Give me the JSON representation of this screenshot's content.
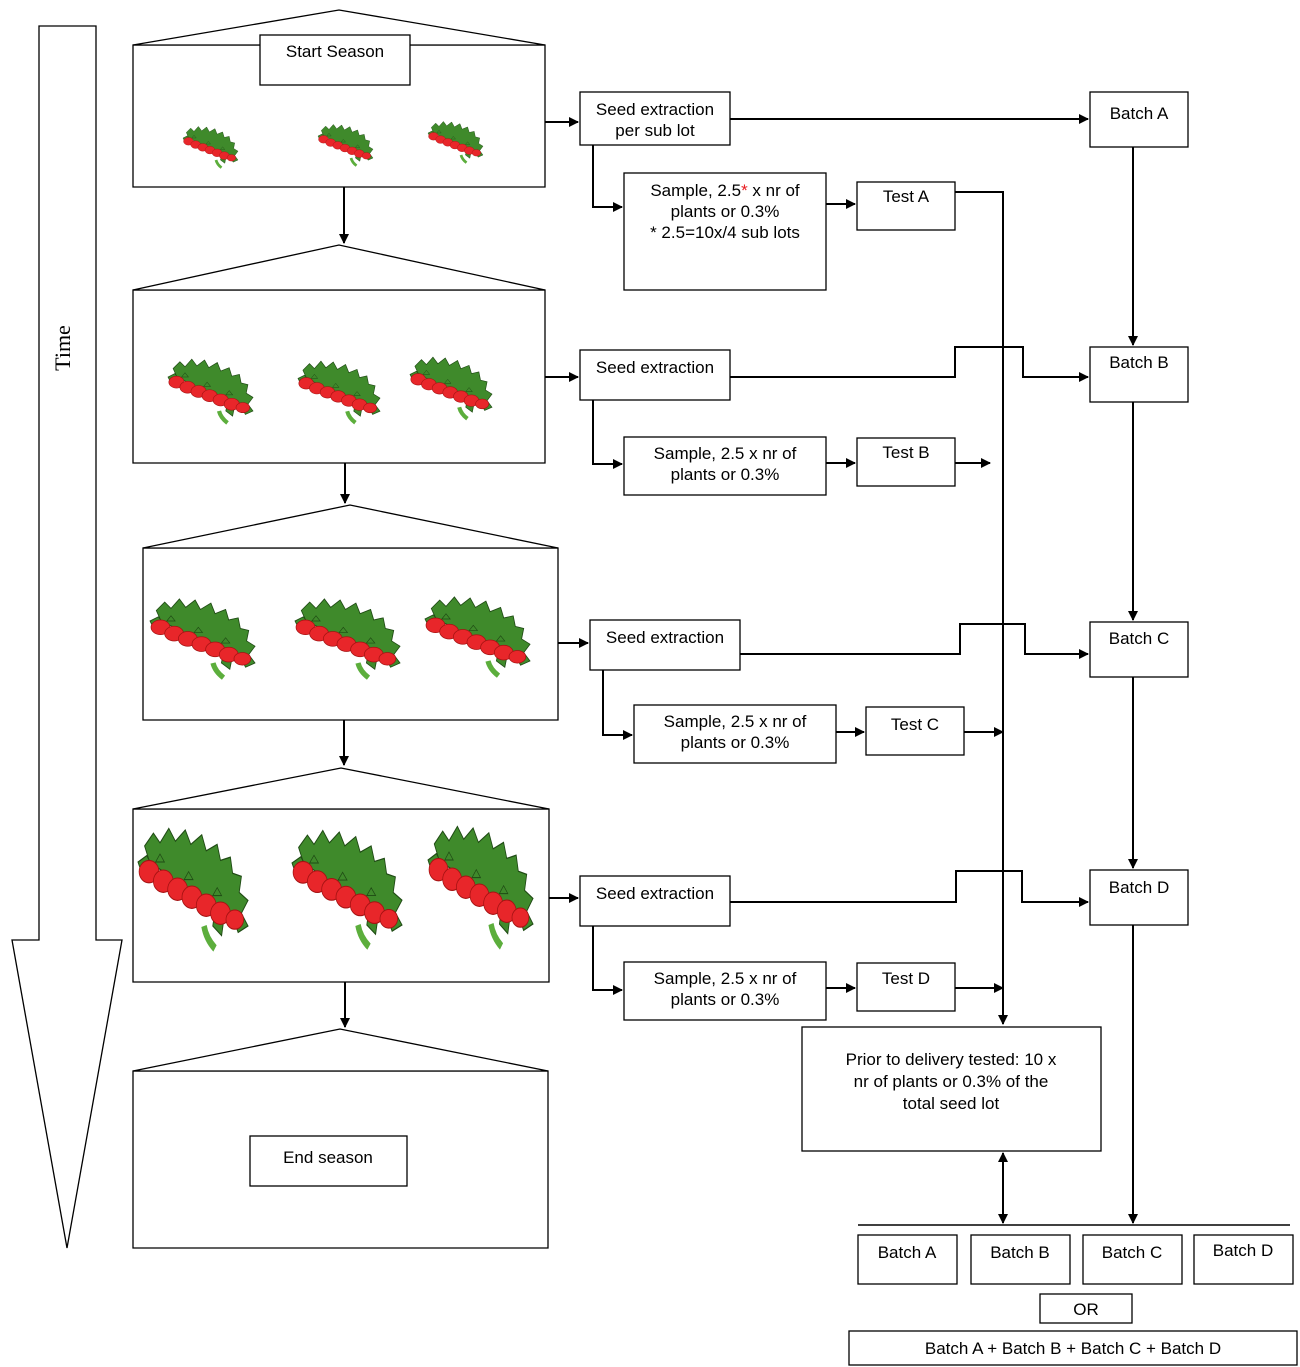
{
  "time_label": "Time",
  "stages": [
    {
      "title": "Start Season",
      "title_mark": "",
      "plants_count": 3
    },
    {
      "title": "",
      "plants_count": 3
    },
    {
      "title": "",
      "plants_count": 3
    },
    {
      "title": "",
      "plants_count": 3
    },
    {
      "title": "End season",
      "plants_count": 0
    }
  ],
  "extraction": {
    "first_line1": "Seed extraction",
    "first_line2": "per sub lot",
    "label": "Seed extraction"
  },
  "samples": {
    "first_prefix": "Sample, 2.5",
    "first_star": "*",
    "first_suffix": " x nr of",
    "first_line2": "plants or 0.3%",
    "first_line3": "* 2.5=10x/4 sub lots",
    "line1": "Sample, 2.5 x nr of",
    "line2": "plants or 0.3%"
  },
  "tests": [
    "Test A",
    "Test B",
    "Test C",
    "Test D"
  ],
  "batches": [
    "Batch A",
    "Batch B",
    "Batch C",
    "Batch D"
  ],
  "delivery": {
    "line1": "Prior to delivery tested: 10 x",
    "line2": "nr of plants or 0.3% of the",
    "line3": "total seed lot"
  },
  "final": {
    "batches": [
      "Batch A",
      "Batch B",
      "Batch C",
      "Batch D"
    ],
    "or_label": "OR",
    "combined": "Batch A + Batch B + Batch C + Batch D"
  },
  "colors": {
    "asterisk": "#e8191d",
    "tomato": "#e8262a",
    "leaf": "#3f8a2b",
    "leaf_dark": "#1f4a14",
    "stem": "#5cae3c"
  }
}
